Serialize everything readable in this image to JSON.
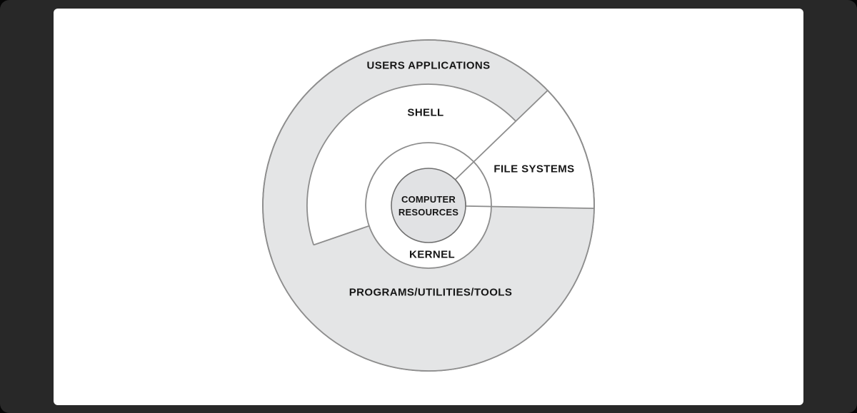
{
  "frame": {
    "outer_background": "#050505",
    "panel_background": "#282828",
    "card_background": "#ffffff"
  },
  "colors": {
    "ring_gray": "#e4e5e6",
    "center_gray": "#e1e2e4",
    "white": "#ffffff",
    "outline": "#8d8d8d",
    "center_outline": "#6f6f6f",
    "text": "#161616"
  },
  "diagram": {
    "type": "concentric-ring-diagram",
    "labels": {
      "outer_top": "USERS APPLICATIONS",
      "shell": "SHELL",
      "wedge": "FILE SYSTEMS",
      "center_line1": "COMPUTER",
      "center_line2": "RESOURCES",
      "kernel": "KERNEL",
      "outer_bottom": "PROGRAMS/UTILITIES/TOOLS"
    },
    "structure": {
      "center": "COMPUTER RESOURCES",
      "ring_inner": "KERNEL",
      "ring_middle": "SHELL",
      "ring_outer_segments": [
        "USERS APPLICATIONS",
        "PROGRAMS/UTILITIES/TOOLS"
      ],
      "wedge_sector": "FILE SYSTEMS"
    }
  }
}
